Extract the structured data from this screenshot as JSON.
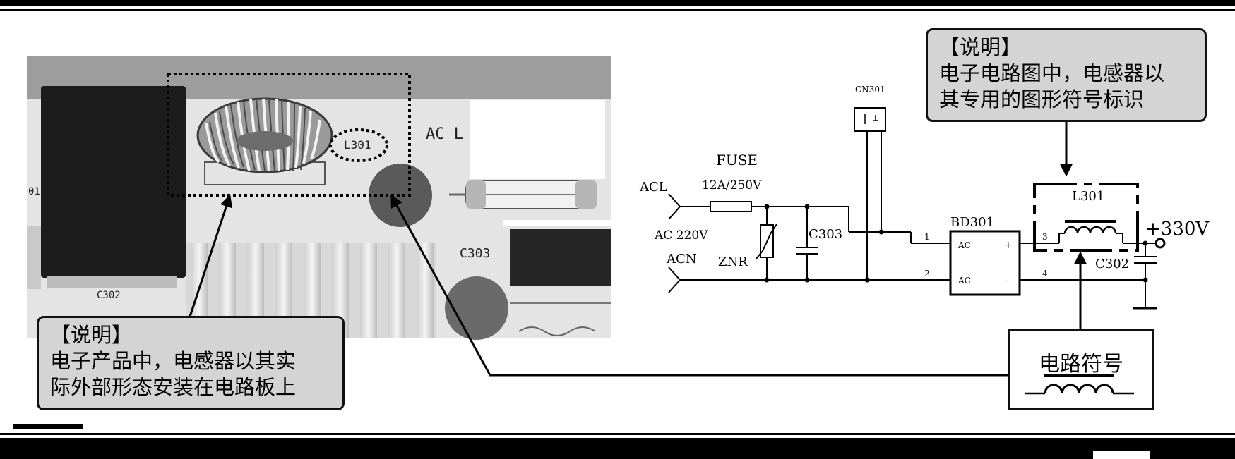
{
  "photo": {
    "labels": {
      "inductor": "L301",
      "ac_l": "AC L",
      "c303": "C303",
      "c302": "C302",
      "edge": "01"
    }
  },
  "note_left": {
    "title": "【说明】",
    "line1": "电子产品中，电感器以其实",
    "line2": "际外部形态安装在电路板上"
  },
  "note_right": {
    "title": "【说明】",
    "line1": "电子电路图中，电感器以",
    "line2": "其专用的图形符号标识"
  },
  "symbol_box": {
    "title": "电路符号"
  },
  "schematic": {
    "acl": "ACL",
    "acn": "ACN",
    "ac220": "AC 220V",
    "fuse": "FUSE",
    "fuse_rating": "12A/250V",
    "znr": "ZNR",
    "c303": "C303",
    "cn301": "CN301",
    "bd301": "BD301",
    "bd_ac1": "AC",
    "bd_ac2": "AC",
    "bd_plus": "+",
    "bd_minus": "-",
    "pin1": "1",
    "pin2": "2",
    "pin3": "3",
    "pin4": "4",
    "l301": "L301",
    "c302": "C302",
    "voltage": "+330V"
  }
}
